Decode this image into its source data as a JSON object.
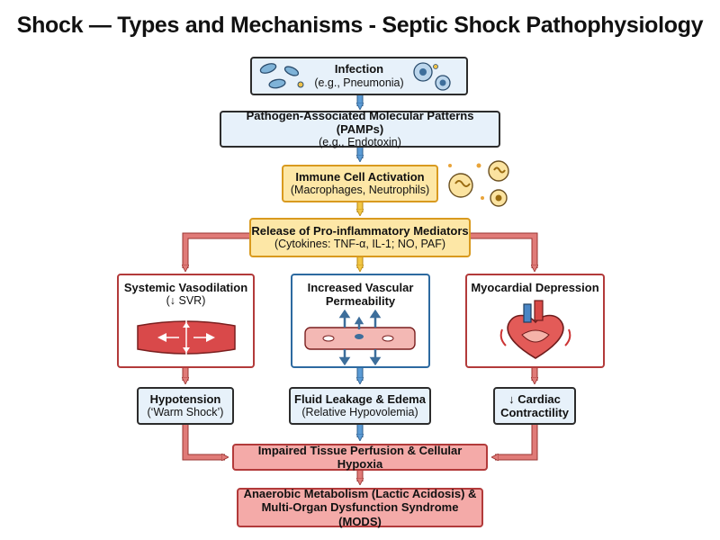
{
  "title": "Shock — Types and Mechanisms - Septic Shock Pathophysiology",
  "nodes": {
    "infection": {
      "title": "Infection",
      "sub": "(e.g., Pneumonia)"
    },
    "pamps": {
      "title": "Pathogen-Associated Molecular Patterns (PAMPs)",
      "sub": "(e.g., Endotoxin)"
    },
    "immune": {
      "title": "Immune Cell Activation",
      "sub": "(Macrophages, Neutrophils)"
    },
    "release": {
      "title": "Release of Pro-inflammatory Mediators",
      "sub": "(Cytokines: TNF-α, IL-1; NO, PAF)"
    },
    "vasodilation": {
      "title": "Systemic Vasodilation",
      "sub": "(↓ SVR)"
    },
    "permeability": {
      "title": "Increased Vascular",
      "title2": "Permeability"
    },
    "myocardial": {
      "title": "Myocardial Depression"
    },
    "hypotension": {
      "title": "Hypotension",
      "sub": "(‘Warm Shock’)"
    },
    "leakage": {
      "title": "Fluid Leakage & Edema",
      "sub": "(Relative Hypovolemia)"
    },
    "cardiac": {
      "title": "↓ Cardiac",
      "title2": "Contractility"
    },
    "perfusion": {
      "title": "Impaired Tissue Perfusion & Cellular Hypoxia"
    },
    "anaerobic": {
      "title": "Anaerobic Metabolism (Lactic Acidosis) &",
      "title2": "Multi-Organ Dysfunction Syndrome (MODS)"
    }
  },
  "colors": {
    "blue_box": "#e7f1fa",
    "yellow_box": "#fde7a6",
    "red_box": "#f4aaa8",
    "blue_arrow": "#5b9bd5",
    "yellow_arrow": "#f2c744",
    "red_arrow": "#e07b78"
  },
  "icons": [
    "bacteria-icon",
    "immune-cells-icon",
    "dilated-vessel-icon",
    "leaky-vessel-icon",
    "heart-icon"
  ]
}
